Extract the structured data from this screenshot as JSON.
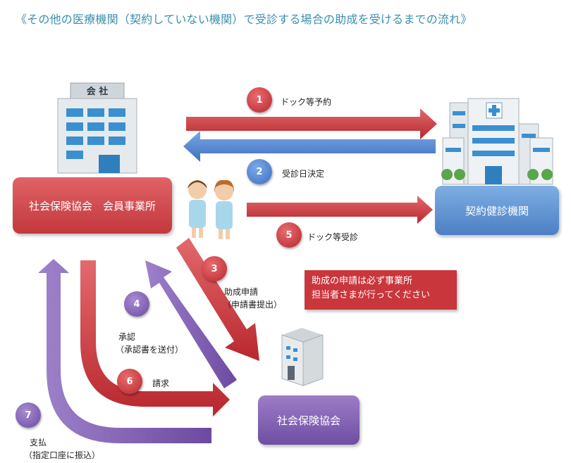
{
  "title": "《その他の医療機関（契約していない機関）で受診する場合の助成を受けるまでの流れ》",
  "nodes": {
    "member": "社会保険協会　会員事業所",
    "contract": "契約健診機関",
    "kyokai": "社会保険協会"
  },
  "note": {
    "line1": "助成の申請は必ず事業所",
    "line2": "担当者さまが行ってください"
  },
  "company_sign": "会 社",
  "steps": [
    {
      "num": "1",
      "label": "ドック等予約"
    },
    {
      "num": "2",
      "label": "受診日決定"
    },
    {
      "num": "3",
      "label": "助成申請",
      "sub": "（申請書提出）"
    },
    {
      "num": "4",
      "label": "承認",
      "sub": "（承認書を送付）"
    },
    {
      "num": "5",
      "label": "ドック等受診"
    },
    {
      "num": "6",
      "label": "請求"
    },
    {
      "num": "7",
      "label": "支払",
      "sub": "（指定口座に振込）"
    }
  ],
  "colors": {
    "red": "#c9363c",
    "blue": "#4d7fc4",
    "purple": "#6f4ea3",
    "title": "#3b8fb0"
  },
  "icons": [
    "company-building-icon",
    "hospital-building-icon",
    "patients-icon",
    "association-building-icon"
  ]
}
